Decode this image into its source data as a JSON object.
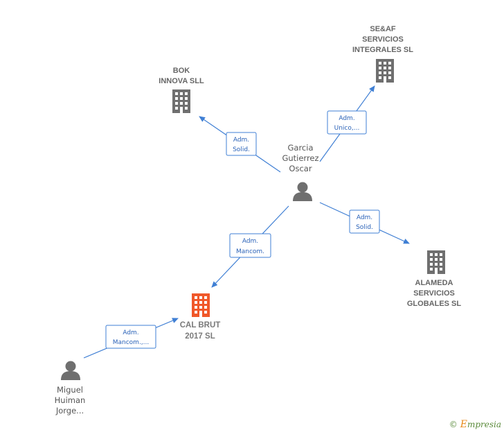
{
  "nodes": {
    "bok": {
      "lines": [
        "BOK",
        "INNOVA SLL"
      ]
    },
    "seaf": {
      "lines": [
        "SE&AF",
        "SERVICIOS",
        "INTEGRALES SL"
      ]
    },
    "garcia": {
      "lines": [
        "Garcia",
        "Gutierrez",
        "Oscar"
      ]
    },
    "alameda": {
      "lines": [
        "ALAMEDA",
        "SERVICIOS",
        "GLOBALES  SL"
      ]
    },
    "calbrut": {
      "lines": [
        "CAL BRUT",
        "2017  SL"
      ]
    },
    "miguel": {
      "lines": [
        "Miguel",
        "Huiman",
        "Jorge..."
      ]
    }
  },
  "relations": {
    "to_bok": [
      "Adm.",
      "Solid."
    ],
    "to_seaf": [
      "Adm.",
      "Unico,..."
    ],
    "to_alameda": [
      "Adm.",
      "Solid."
    ],
    "to_calbrut_garcia": [
      "Adm.",
      "Mancom."
    ],
    "to_calbrut_miguel": [
      "Adm.",
      "Mancom.,..."
    ]
  },
  "colors": {
    "company": "#6f6f6f",
    "focus_company": "#f0582a",
    "person": "#6f6f6f",
    "edge": "#3f7fd4"
  },
  "footer": {
    "copyright": "©",
    "brand_initial": "E",
    "brand_rest": "mpresia"
  }
}
